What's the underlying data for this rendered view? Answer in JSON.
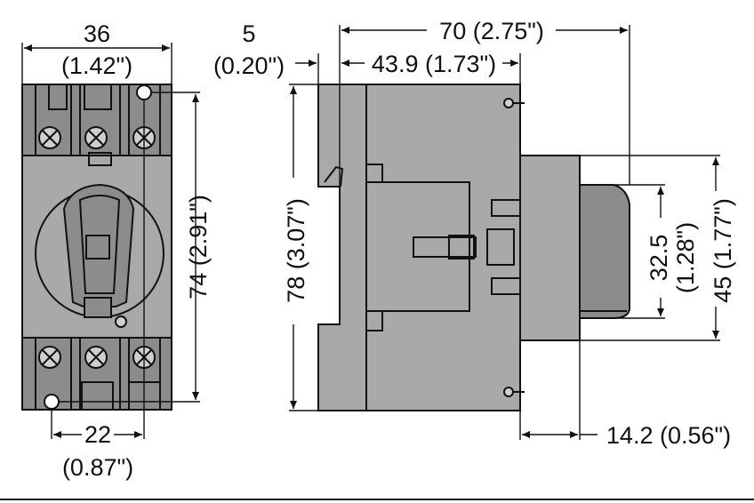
{
  "dimensions": {
    "front_width": "36",
    "front_width_in": "(1.42\")",
    "left_offset": "5",
    "left_offset_in": "(0.20\")",
    "total_depth": "70 (2.75\")",
    "body_depth": "43.9 (1.73\")",
    "mount_height": "74 (2.91\")",
    "body_height": "78 (3.07\")",
    "handle_height": "32.5",
    "handle_height_in": "(1.28\")",
    "knob_height": "45 (1.77\")",
    "hole_spacing": "22",
    "hole_spacing_in": "(0.87\")",
    "knob_depth": "14.2 (0.56\")"
  },
  "colors": {
    "body_fill": "#a9a9a9",
    "outline": "#111111",
    "background": "#ffffff"
  }
}
